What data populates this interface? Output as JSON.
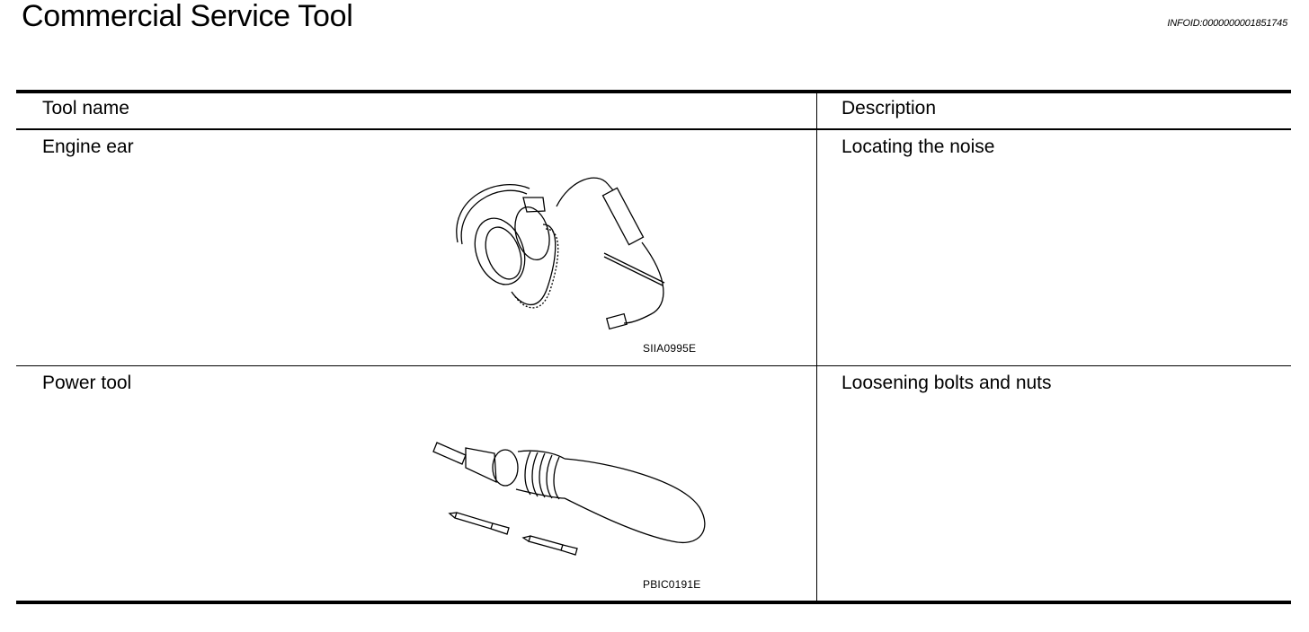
{
  "page": {
    "title": "Commercial Service Tool",
    "info_id": "INFOID:0000000001851745"
  },
  "table": {
    "headers": [
      "Tool name",
      "Description"
    ],
    "rows": [
      {
        "tool_name": "Engine ear",
        "description": "Locating the noise",
        "figure_code": "SIIA0995E",
        "icon": "stethoscope-headphones-icon"
      },
      {
        "tool_name": "Power tool",
        "description": "Loosening bolts and nuts",
        "figure_code": "PBIC0191E",
        "icon": "power-screwdriver-icon"
      }
    ]
  }
}
